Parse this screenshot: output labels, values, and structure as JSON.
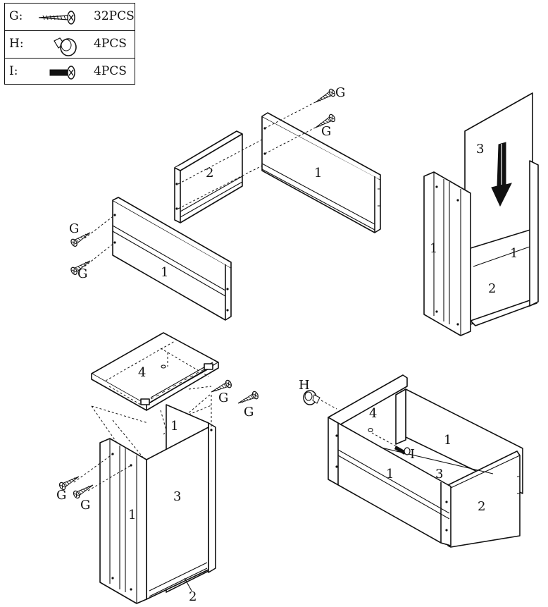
{
  "parts": [
    {
      "letter": "G:",
      "icon": "wood-screw-icon",
      "qty": "32PCS"
    },
    {
      "letter": "H:",
      "icon": "knob-icon",
      "qty": "4PCS"
    },
    {
      "letter": "I:",
      "icon": "bolt-icon",
      "qty": "4PCS"
    }
  ],
  "labels": {
    "panel_1": "1",
    "panel_2": "2",
    "panel_3": "3",
    "panel_4": "4",
    "screw_g": "G",
    "knob_h": "H",
    "bolt_i": "I"
  }
}
